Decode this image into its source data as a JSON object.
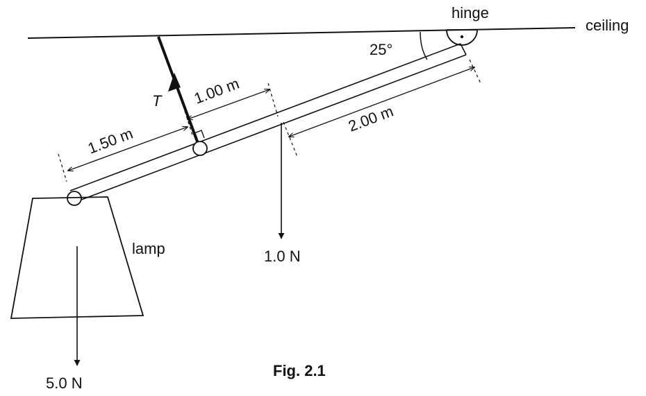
{
  "labels": {
    "hinge": "hinge",
    "ceiling": "ceiling",
    "angle": "25°",
    "tension": "T",
    "len_1_00": "1.00 m",
    "len_1_50": "1.50 m",
    "len_2_00": "2.00 m",
    "lamp": "lamp",
    "weight_rod": "1.0 N",
    "weight_lamp": "5.0 N",
    "caption": "Fig. 2.1"
  },
  "colors": {
    "ink": "#111111",
    "background": "#ffffff"
  }
}
